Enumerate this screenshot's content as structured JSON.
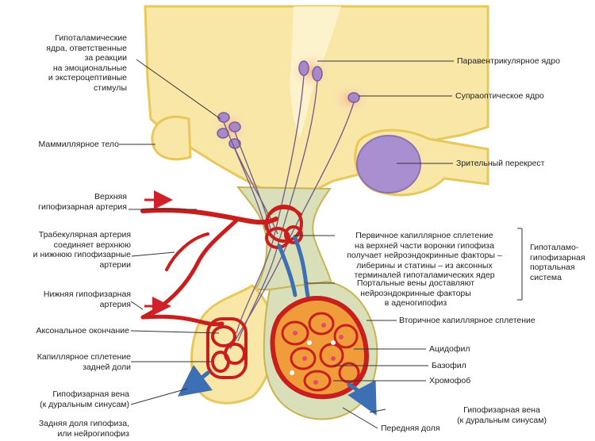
{
  "colors": {
    "hypothalamus": "#f8e7a6",
    "outline": "#e8c85a",
    "infundibulum": "#d9dfb8",
    "neuron": "#a889c6",
    "artery": "#c81e1e",
    "vein": "#3c6fb4",
    "halo": "#f7c69a",
    "chiasm": "#a98fd0"
  },
  "labels": {
    "hypothalamic_nuclei": "Гипоталамические\nядра, ответственные\nза реакции\nна эмоциональные\nи экстероцептивные\nстимулы",
    "mammillary_body": "Маммиллярное тело",
    "superior_artery": "Верхняя\nгипофизарная артерия",
    "trabecular_artery": "Трабекулярная артерия\nсоединяет верхнюю\nи нижнюю гипофизарные\nартерии",
    "inferior_artery": "Нижняя гипофизарная\nартерия",
    "axon_terminal": "Аксональное окончание",
    "posterior_plexus": "Капиллярное сплетение\nзадней доли",
    "hypophyseal_vein_left": "Гипофизарная вена\n(к дуральным синусам)",
    "posterior_lobe": "Задняя доля гипофиза,\nили нейрогипофиз",
    "paraventricular": "Паравентрикулярное ядро",
    "supraoptic": "Супраоптическое ядро",
    "optic_chiasm": "Зрительный перекрест",
    "primary_plexus": "Первичное капиллярное сплетение\nна верхней части воронки гипофиза\nполучает нейроэндокринные факторы –\nлиберины и статины – из аксонных\nтерминалей гипоталамических ядер",
    "portal_system": "Гипоталамо-\nгипофизарная\nпортальная\nсистема",
    "portal_veins": "Портальные вены доставляют\nнейроэндокринные факторы\nв аденогипофиз",
    "secondary_plexus": "Вторичное капиллярное сплетение",
    "acidophil": "Ацидофил",
    "basophil": "Базофил",
    "chromophobe": "Хромофоб",
    "hypophyseal_vein_right": "Гипофизарная вена\n(к дуральным синусам)",
    "anterior_lobe": "Передняя доля"
  }
}
